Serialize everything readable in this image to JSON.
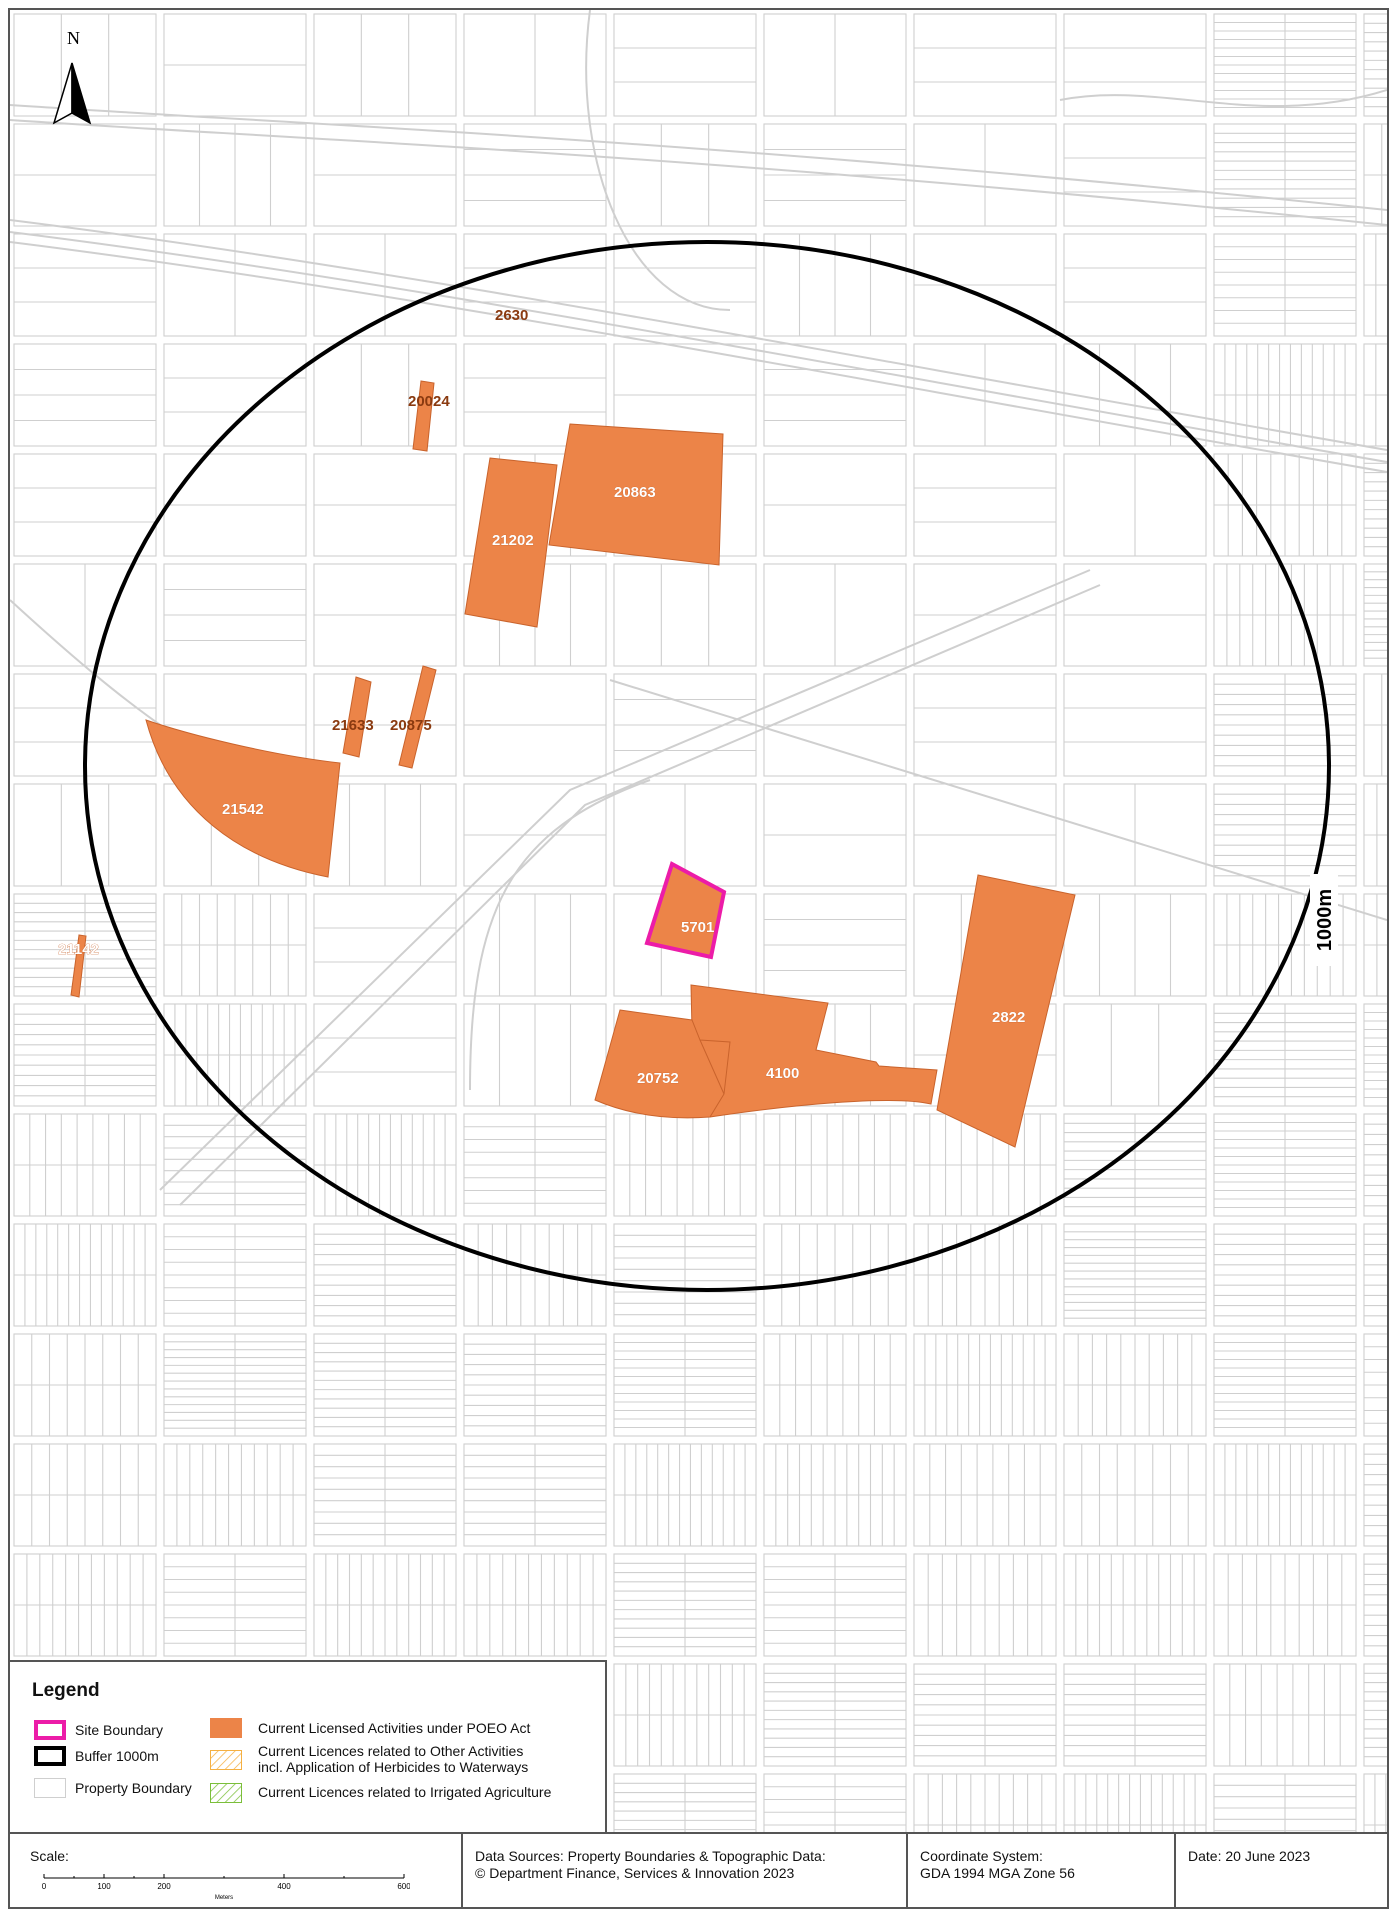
{
  "map": {
    "north_label": "N",
    "buffer_label": "1000m",
    "site_label": "5701",
    "parcels": [
      {
        "id": "p2630",
        "label": "2630"
      },
      {
        "id": "p20024",
        "label": "20024"
      },
      {
        "id": "p20863",
        "label": "20863"
      },
      {
        "id": "p21202",
        "label": "21202"
      },
      {
        "id": "p21633",
        "label": "21633"
      },
      {
        "id": "p20875",
        "label": "20875"
      },
      {
        "id": "p21542",
        "label": "21542"
      },
      {
        "id": "p21142",
        "label": "21142"
      },
      {
        "id": "p2822",
        "label": "2822"
      },
      {
        "id": "p4100",
        "label": "4100"
      },
      {
        "id": "p20752",
        "label": "20752"
      }
    ],
    "colors": {
      "licensed_fill": "#ec8448",
      "site_boundary": "#ec1ca8",
      "buffer": "#000000",
      "property_lines": "#cfcfcf",
      "other_activities_hatch": "#f5b041",
      "irrigated_hatch": "#7bbf3a"
    }
  },
  "legend": {
    "title": "Legend",
    "site_boundary": "Site Boundary",
    "buffer": "Buffer 1000m",
    "property_boundary": "Property Boundary",
    "licensed": "Current Licensed Activities under POEO Act",
    "other_activities_line1": "Current Licences related to Other Activities",
    "other_activities_line2": "incl. Application of Herbicides to Waterways",
    "irrigated": "Current Licences related to Irrigated Agriculture"
  },
  "footer": {
    "scale_label": "Scale:",
    "scale_ticks": [
      "0",
      "100",
      "200",
      "400",
      "600"
    ],
    "scale_units": "Meters",
    "data_sources_line1": "Data Sources: Property Boundaries & Topographic Data:",
    "data_sources_line2": "© Department Finance, Services & Innovation 2023",
    "coordinate_line1": "Coordinate System:",
    "coordinate_line2": "GDA 1994 MGA Zone 56",
    "date": "Date: 20 June 2023"
  }
}
